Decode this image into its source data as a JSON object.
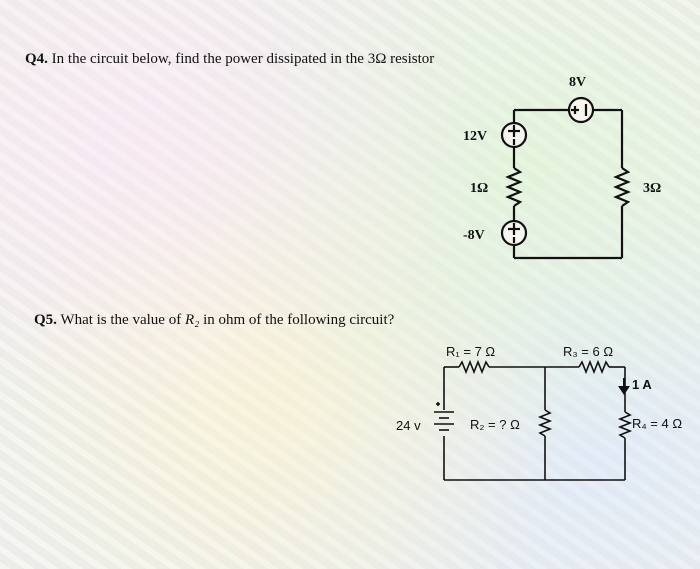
{
  "q4": {
    "number": "Q4.",
    "text": "In the circuit below, find the power dissipated in the 3Ω resistor",
    "labels": {
      "v8": "8V",
      "v12": "12V",
      "r1": "1Ω",
      "vneg8": "-8V",
      "r3": "3Ω"
    }
  },
  "q5": {
    "number": "Q5.",
    "text_before": "What is the value of ",
    "text_var": "R₂",
    "text_after": " in ohm of the following circuit?",
    "labels": {
      "r1": "R₁ = 7 Ω",
      "r3": "R₃ = 6 Ω",
      "current": "1 A",
      "source": "24 v",
      "r2": "R₂ = ? Ω",
      "r4": "R₄ = 4 Ω"
    }
  }
}
